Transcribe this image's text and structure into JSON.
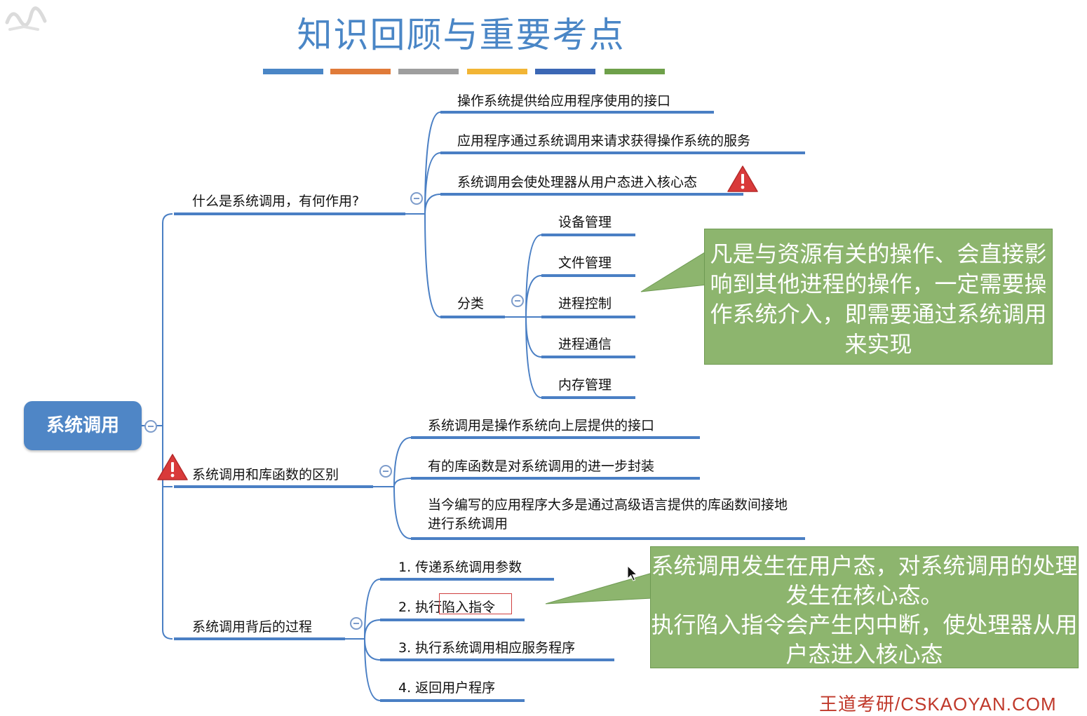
{
  "title": "知识回顾与重要考点",
  "deco_colors": [
    "#4a86c6",
    "#e07b39",
    "#9e9e9e",
    "#f2b535",
    "#3b67b5",
    "#6ea04a"
  ],
  "root": "系统调用",
  "branches": {
    "what": {
      "label": "什么是系统调用，有何作用?",
      "children": [
        "操作系统提供给应用程序使用的接口",
        "应用程序通过系统调用来请求获得操作系统的服务",
        "系统调用会使处理器从用户态进入核心态"
      ],
      "category": {
        "label": "分类",
        "items": [
          "设备管理",
          "文件管理",
          "进程控制",
          "进程通信",
          "内存管理"
        ]
      }
    },
    "diff": {
      "label": "系统调用和库函数的区别",
      "children": [
        "系统调用是操作系统向上层提供的接口",
        "有的库函数是对系统调用的进一步封装",
        "当今编写的应用程序大多是通过高级语言提供的库函数间接地进行系统调用"
      ]
    },
    "process": {
      "label": "系统调用背后的过程",
      "steps": [
        "1. 传递系统调用参数",
        "2. 执行陷入指令",
        "3. 执行系统调用相应服务程序",
        "4. 返回用户程序"
      ]
    }
  },
  "callouts": {
    "c1": "凡是与资源有关的操作、会直接影响到其他进程的操作，一定需要操作系统介入，即需要通过系统调用来实现",
    "c2_line1": "系统调用发生在用户态，对系统调用的处理发生在核心态。",
    "c2_line2": "执行陷入指令会产生内中断，使处理器从用户态进入核心态"
  },
  "footer": "王道考研/CSKAOYAN.COM",
  "colors": {
    "accent": "#4a86c6",
    "line": "#4a7fc4",
    "callout": "#8db56e",
    "warning": "#d93a3a"
  }
}
